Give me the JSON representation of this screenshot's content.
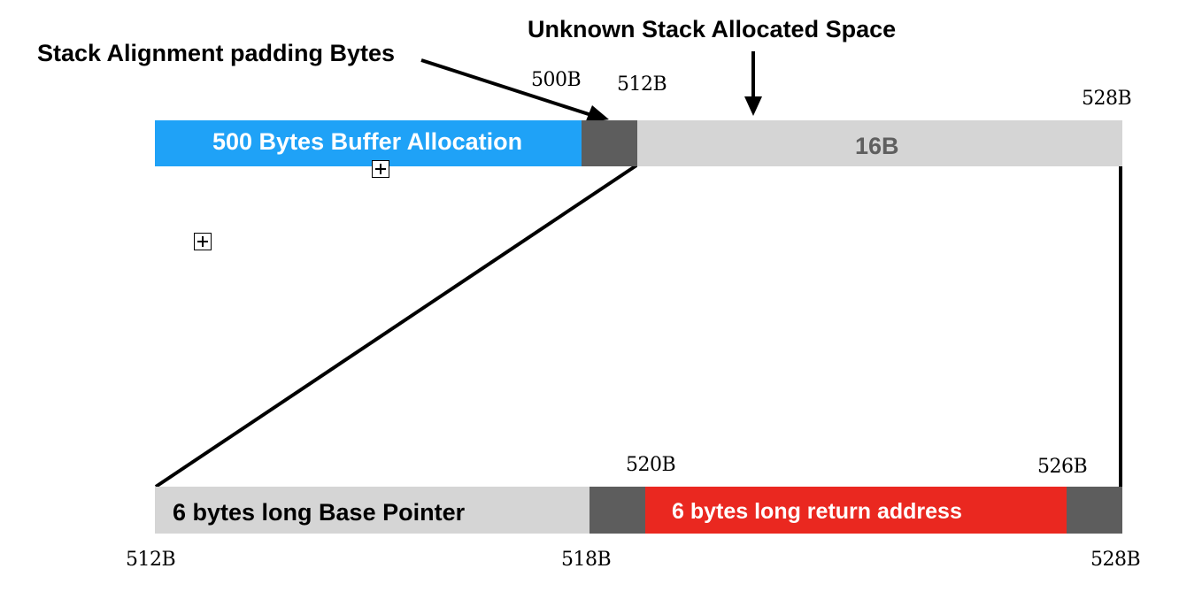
{
  "annotations": {
    "alignment_padding": "Stack Alignment padding Bytes",
    "unknown_space": "Unknown Stack Allocated Space"
  },
  "top_bar": {
    "buffer_label": "500 Bytes Buffer Allocation",
    "unknown_label": "16B",
    "marks": {
      "m500": "500B",
      "m512": "512B",
      "m528": "528B"
    }
  },
  "bottom_bar": {
    "base_pointer_label": "6 bytes long Base Pointer",
    "return_address_label": "6 bytes long return address",
    "marks": {
      "m512": "512B",
      "m518": "518B",
      "m520": "520B",
      "m526": "526B",
      "m528": "528B"
    }
  },
  "colors": {
    "buffer": "#1fa2f7",
    "padding": "#5d5d5d",
    "unknown": "#d5d5d5",
    "unknown_text": "#5f5f5f",
    "return_address": "#ea2820"
  }
}
